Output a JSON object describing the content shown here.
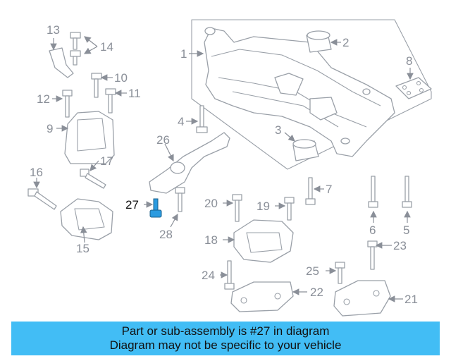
{
  "callouts": {
    "c1": "1",
    "c2": "2",
    "c3": "3",
    "c4": "4",
    "c5": "5",
    "c6": "6",
    "c7": "7",
    "c8": "8",
    "c9": "9",
    "c10": "10",
    "c11": "11",
    "c12": "12",
    "c13": "13",
    "c14": "14",
    "c15": "15",
    "c16": "16",
    "c17": "17",
    "c18": "18",
    "c19": "19",
    "c20": "20",
    "c21": "21",
    "c22": "22",
    "c23": "23",
    "c24": "24",
    "c25": "25",
    "c26": "26",
    "c27": "27",
    "c28": "28"
  },
  "banner": {
    "line1": "Part or sub-assembly is #27 in diagram",
    "line2": "Diagram may not be specific to your vehicle"
  },
  "colors": {
    "banner_bg": "#42bdf5",
    "highlight_part": "#2b9be0",
    "line_art": "#9aa0a8"
  }
}
